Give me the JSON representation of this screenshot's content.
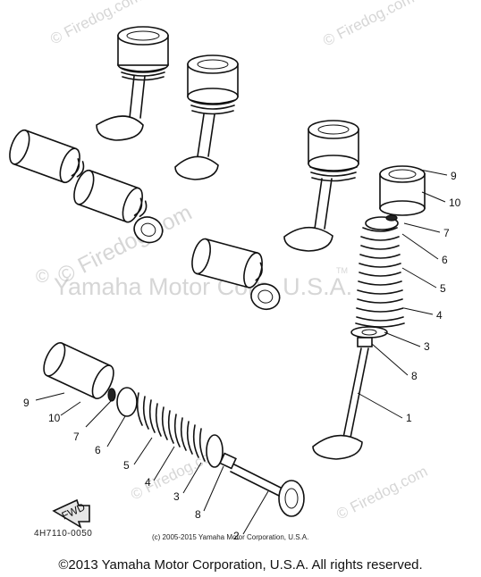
{
  "watermarks": {
    "site": "© Firedog.com",
    "site_center": "© Firedog.com",
    "brand": "Yamaha Motor Corp, U.S.A.",
    "tm": "TM"
  },
  "part_numbers": {
    "upper": [
      "9",
      "10",
      "7",
      "6",
      "5",
      "4",
      "3",
      "8",
      "1"
    ],
    "lower": [
      "9",
      "10",
      "7",
      "6",
      "5",
      "4",
      "3",
      "8",
      "2"
    ]
  },
  "fwd_label": "FWD",
  "diagram_code": "4H7110-0050",
  "inner_copyright": "(c) 2005-2015 Yamaha Motor Corporation, U.S.A.",
  "footer": "©2013 Yamaha Motor Corporation, U.S.A. All rights reserved."
}
